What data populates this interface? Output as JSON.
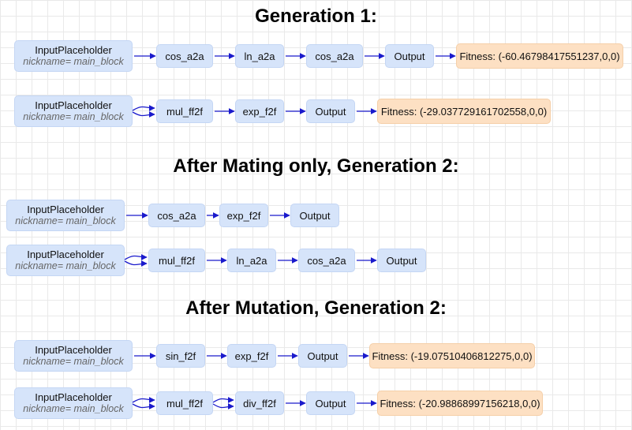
{
  "titles": {
    "gen1": "Generation 1:",
    "mating": "After Mating only, Generation 2:",
    "mutation": "After Mutation, Generation 2:"
  },
  "colors": {
    "node_fill": "#d6e4fa",
    "fitness_fill": "#fde0c3",
    "edge": "#1a1acc"
  },
  "input": {
    "label": "InputPlaceholder",
    "nickname": "nickname= main_block"
  },
  "rows": [
    {
      "nodes": [
        "cos_a2a",
        "ln_a2a",
        "cos_a2a",
        "Output"
      ],
      "fitness": "Fitness: (-60.46798417551237,0,0)",
      "double_input": false
    },
    {
      "nodes": [
        "mul_ff2f",
        "exp_f2f",
        "Output"
      ],
      "fitness": "Fitness: (-29.037729161702558,0,0)",
      "double_input": true
    },
    {
      "nodes": [
        "cos_a2a",
        "exp_f2f",
        "Output"
      ],
      "fitness": "",
      "double_input": false
    },
    {
      "nodes": [
        "mul_ff2f",
        "ln_a2a",
        "cos_a2a",
        "Output"
      ],
      "fitness": "",
      "double_input": true
    },
    {
      "nodes": [
        "sin_f2f",
        "exp_f2f",
        "Output"
      ],
      "fitness": "Fitness: (-19.07510406812275,0,0)",
      "double_input": false
    },
    {
      "nodes": [
        "mul_ff2f",
        "div_ff2f",
        "Output"
      ],
      "fitness": "Fitness: (-20.98868997156218,0,0)",
      "double_input": true,
      "double_second": true
    }
  ]
}
